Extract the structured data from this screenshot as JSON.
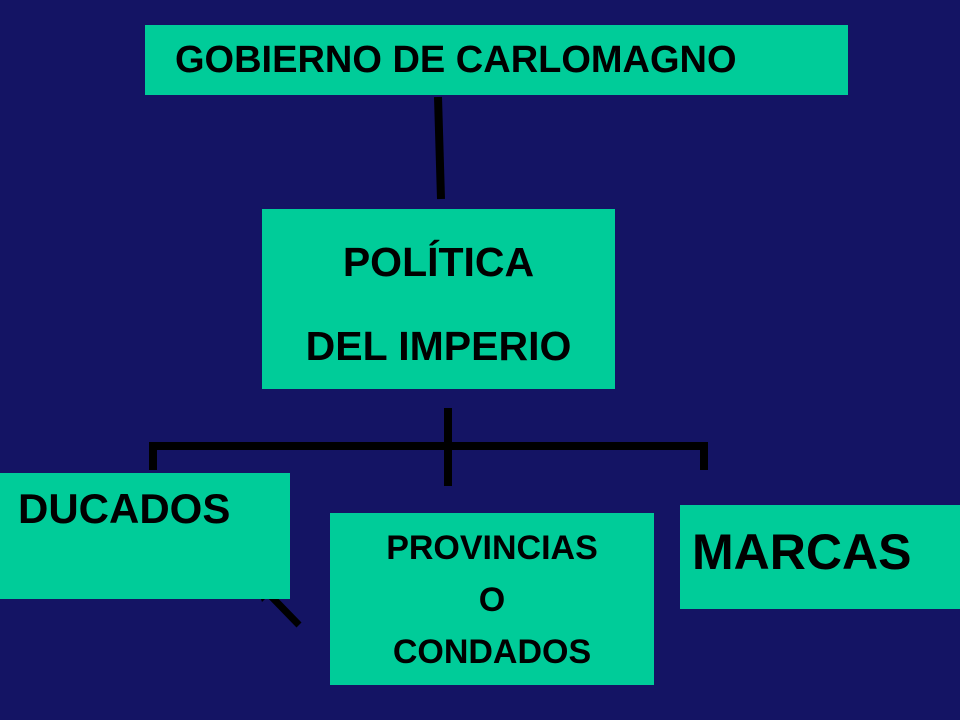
{
  "diagram": {
    "root": "GOBIERNO DE CARLOMAGNO",
    "middle": {
      "line1": "POLÍTICA",
      "line2": "DEL IMPERIO"
    },
    "children": {
      "ducados": "DUCADOS",
      "provincias": {
        "line1": "PROVINCIAS",
        "line2": "O",
        "line3": "CONDADOS"
      },
      "marcas": "MARCAS"
    }
  },
  "colors": {
    "background": "#141464",
    "box_fill": "#00cc99",
    "text": "#000000",
    "connector": "#000000"
  }
}
